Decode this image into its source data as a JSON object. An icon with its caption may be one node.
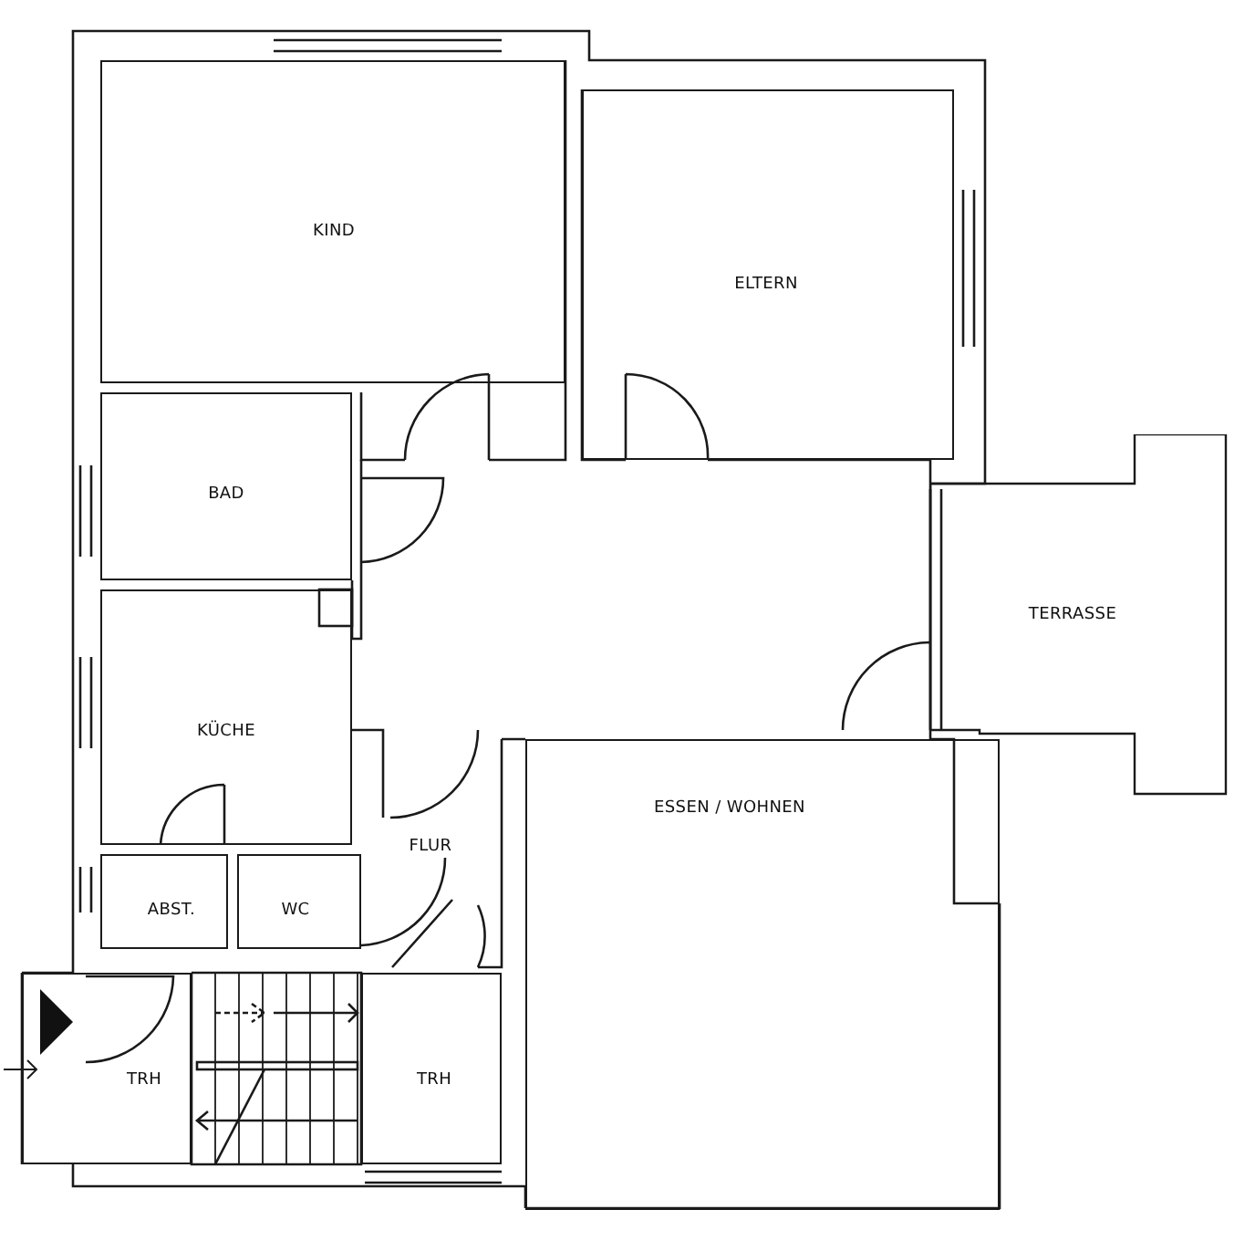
{
  "diagram": {
    "nodes": [
      {
        "text": [
          "KIND"
        ]
      },
      {
        "text": [
          "ELTERN"
        ]
      },
      {
        "text": [
          "BAD"
        ]
      },
      {
        "text": [
          "TERRASSE"
        ]
      },
      {
        "text": [
          "KÜCHE"
        ]
      },
      {
        "text": [
          "ESSEN / WOHNEN"
        ]
      },
      {
        "text": [
          "FLUR"
        ]
      },
      {
        "text": [
          "ABST."
        ]
      },
      {
        "text": [
          "WC"
        ]
      },
      {
        "text": [
          "TRH"
        ]
      },
      {
        "text": [
          "TRH"
        ]
      }
    ]
  }
}
